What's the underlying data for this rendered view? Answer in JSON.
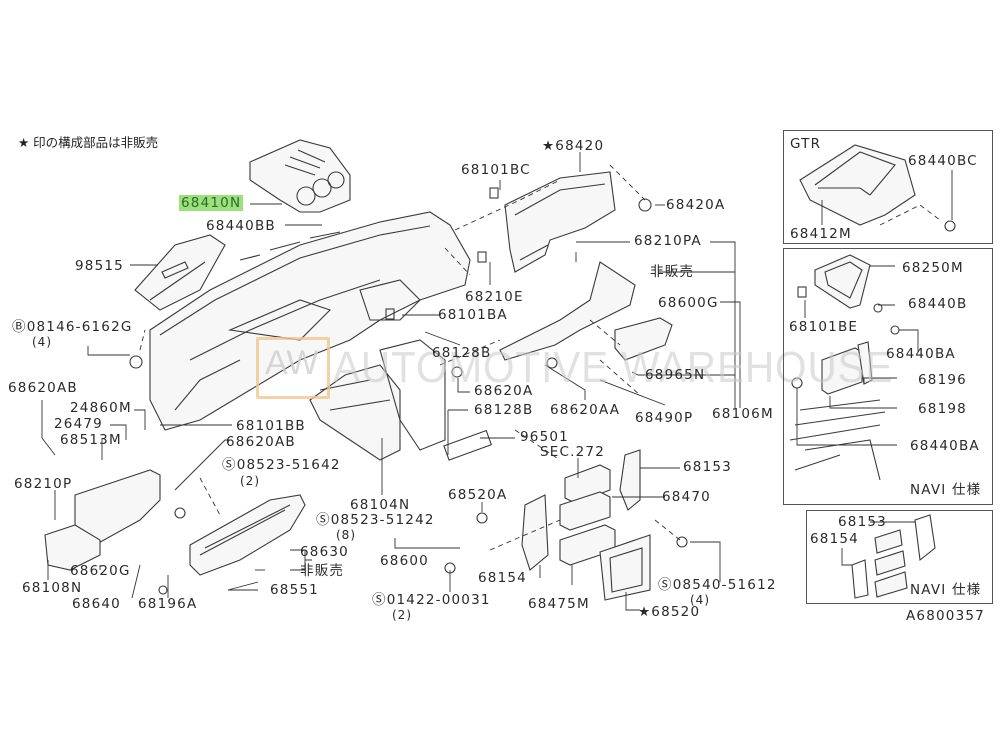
{
  "diagram": {
    "note": "★ 印の構成部品は非販売",
    "figure_id": "A6800357",
    "highlighted_part": "68410N",
    "watermark": {
      "logo": "AW",
      "text": "AUTOMOTIVE WAREHOUSE"
    },
    "main_labels": [
      {
        "id": "68410N",
        "text": "68410N",
        "highlight": true
      },
      {
        "id": "68440BB",
        "text": "68440BB"
      },
      {
        "id": "98515",
        "text": "98515"
      },
      {
        "id": "08146-6162G",
        "text": "Ⓑ08146-6162G"
      },
      {
        "id": "08146-6162G-qty",
        "text": "(4)"
      },
      {
        "id": "68620AB-1",
        "text": "68620AB"
      },
      {
        "id": "24860M",
        "text": "24860M"
      },
      {
        "id": "26479",
        "text": "26479"
      },
      {
        "id": "68513M",
        "text": "68513M"
      },
      {
        "id": "68101BB",
        "text": "68101BB"
      },
      {
        "id": "68620AB-2",
        "text": "68620AB"
      },
      {
        "id": "68210P",
        "text": "68210P"
      },
      {
        "id": "08523-51642",
        "text": "Ⓢ08523-51642"
      },
      {
        "id": "08523-51642-qty",
        "text": "(2)"
      },
      {
        "id": "68108N",
        "text": "68108N"
      },
      {
        "id": "68620G",
        "text": "68620G"
      },
      {
        "id": "68640",
        "text": "68640"
      },
      {
        "id": "68196A",
        "text": "68196A"
      },
      {
        "id": "68630",
        "text": "68630"
      },
      {
        "id": "68600",
        "text": "68600"
      },
      {
        "id": "not-sold-1",
        "text": "非販売"
      },
      {
        "id": "68551",
        "text": "68551"
      },
      {
        "id": "68104N",
        "text": "68104N"
      },
      {
        "id": "08523-51242",
        "text": "Ⓢ08523-51242"
      },
      {
        "id": "08523-51242-qty",
        "text": "(8)"
      },
      {
        "id": "01422-00031",
        "text": "Ⓢ01422-00031"
      },
      {
        "id": "01422-00031-qty",
        "text": "(2)"
      },
      {
        "id": "68420",
        "text": "★68420"
      },
      {
        "id": "68101BC",
        "text": "68101BC"
      },
      {
        "id": "68420A",
        "text": "68420A"
      },
      {
        "id": "68210PA",
        "text": "68210PA"
      },
      {
        "id": "not-sold-2",
        "text": "非販売"
      },
      {
        "id": "68210E",
        "text": "68210E"
      },
      {
        "id": "68101BA",
        "text": "68101BA"
      },
      {
        "id": "68600G",
        "text": "68600G"
      },
      {
        "id": "68128B-1",
        "text": "68128B"
      },
      {
        "id": "68620A",
        "text": "68620A"
      },
      {
        "id": "68965N",
        "text": "68965N"
      },
      {
        "id": "68128B-2",
        "text": "68128B"
      },
      {
        "id": "68620AA",
        "text": "68620AA"
      },
      {
        "id": "68490P",
        "text": "68490P"
      },
      {
        "id": "68106M",
        "text": "68106M"
      },
      {
        "id": "96501",
        "text": "96501"
      },
      {
        "id": "SEC272",
        "text": "SEC.272"
      },
      {
        "id": "68153",
        "text": "68153"
      },
      {
        "id": "68520A",
        "text": "68520A"
      },
      {
        "id": "68470",
        "text": "68470"
      },
      {
        "id": "68154",
        "text": "68154"
      },
      {
        "id": "68475M",
        "text": "68475M"
      },
      {
        "id": "08540-51612",
        "text": "Ⓢ08540-51612"
      },
      {
        "id": "08540-51612-qty",
        "text": "(4)"
      },
      {
        "id": "68520",
        "text": "★68520"
      }
    ],
    "inset_gtr": {
      "title": "GTR",
      "labels": [
        {
          "id": "68440BC",
          "text": "68440BC"
        },
        {
          "id": "68412M",
          "text": "68412M"
        }
      ]
    },
    "inset_navi": {
      "caption": "NAVI 仕様",
      "labels": [
        {
          "id": "68250M",
          "text": "68250M"
        },
        {
          "id": "68101BE",
          "text": "68101BE"
        },
        {
          "id": "68440B",
          "text": "68440B"
        },
        {
          "id": "68440BA-1",
          "text": "68440BA"
        },
        {
          "id": "68196",
          "text": "68196"
        },
        {
          "id": "68198",
          "text": "68198"
        },
        {
          "id": "68440BA-2",
          "text": "68440BA"
        }
      ]
    },
    "inset_navi_brackets": {
      "caption": "NAVI 仕様",
      "labels": [
        {
          "id": "68153",
          "text": "68153"
        },
        {
          "id": "68154",
          "text": "68154"
        }
      ]
    }
  }
}
